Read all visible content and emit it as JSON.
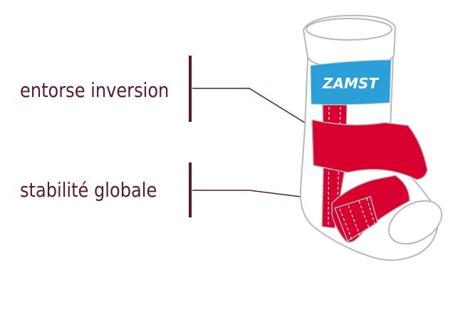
{
  "labels": {
    "inversion": "entorse inversion",
    "stability": "stabilité globale"
  },
  "brand": {
    "logo_text": "ZAMST"
  },
  "colors": {
    "label_text": "#5b1830",
    "strap_red": "#d8002e",
    "brand_blue": "#2b9fd8",
    "outline": "#b8b8b8",
    "fabric": "#ffffff"
  }
}
